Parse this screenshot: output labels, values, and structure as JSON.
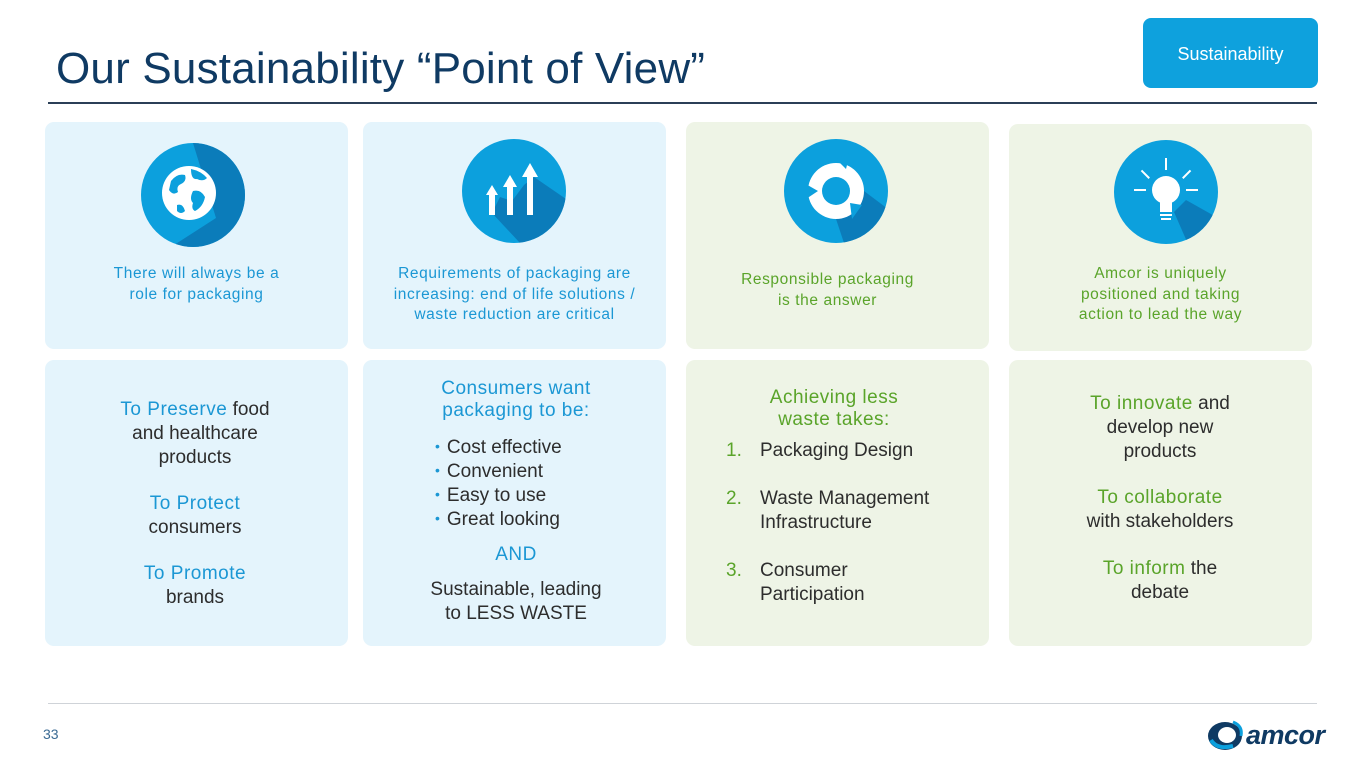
{
  "header": {
    "title": "Our Sustainability “Point of View”",
    "tag": "Sustainability"
  },
  "colors": {
    "title": "#0f3a63",
    "tag_bg": "#0ea1dd",
    "panel_blue": "#e4f4fc",
    "panel_green": "#eef4e6",
    "accent_blue": "#1b97d4",
    "accent_green": "#5aa42a"
  },
  "top_cards": [
    {
      "icon": "globe-icon",
      "line1": "There will always be a",
      "line2": "role for packaging",
      "line3": ""
    },
    {
      "icon": "rising-arrows-icon",
      "line1": "Requirements of packaging are",
      "line2": "increasing: end of life solutions /",
      "line3": "waste reduction are critical"
    },
    {
      "icon": "recycle-icon",
      "line1": "Responsible packaging",
      "line2": "is the answer",
      "line3": ""
    },
    {
      "icon": "lightbulb-icon",
      "line1": "Amcor is uniquely",
      "line2": "positioned and taking",
      "line3": "action to lead the way"
    }
  ],
  "card_preserve": {
    "p1_highlight": "To Preserve",
    "p1_rest": " food",
    "p1_line2": "and healthcare",
    "p1_line3": "products",
    "p2_highlight": "To Protect",
    "p2_line2": "consumers",
    "p3_highlight": "To Promote",
    "p3_line2": "brands"
  },
  "card_consumers": {
    "heading1": "Consumers want",
    "heading2": "packaging to be:",
    "bullets": [
      "Cost effective",
      "Convenient",
      "Easy to use",
      "Great looking"
    ],
    "and": "AND",
    "closing1": "Sustainable, leading",
    "closing2": "to LESS WASTE"
  },
  "card_waste": {
    "heading1": "Achieving less",
    "heading2": "waste takes:",
    "items": [
      {
        "n": "1.",
        "l1": "Packaging Design",
        "l2": ""
      },
      {
        "n": "2.",
        "l1": "Waste Management",
        "l2": "Infrastructure"
      },
      {
        "n": "3.",
        "l1": "Consumer",
        "l2": "Participation"
      }
    ]
  },
  "card_innovate": {
    "p1_highlight": "To innovate",
    "p1_rest": " and",
    "p1_line2": "develop new",
    "p1_line3": "products",
    "p2_highlight": "To collaborate",
    "p2_line2": "with stakeholders",
    "p3_highlight": "To inform",
    "p3_rest": " the",
    "p3_line2": "debate"
  },
  "footer": {
    "page_number": "33",
    "logo_text": "amcor"
  }
}
